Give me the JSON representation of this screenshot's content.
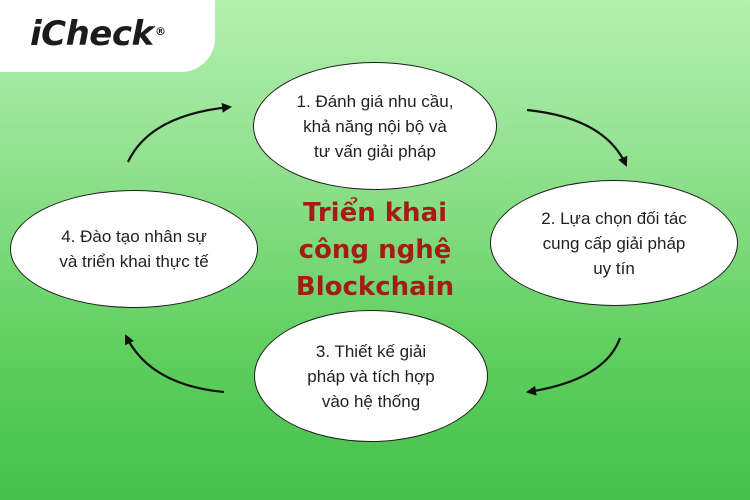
{
  "logo": {
    "text": "iCheck",
    "registered": "®"
  },
  "title": {
    "lines": [
      "Triển khai",
      "công nghệ",
      "Blockchain"
    ],
    "color": "#a21d16"
  },
  "steps": [
    {
      "lines": [
        "1. Đánh giá nhu cầu,",
        "khả năng nội bộ và",
        "tư vấn giải pháp"
      ]
    },
    {
      "lines": [
        "2. Lựa chọn đối tác",
        "cung cấp giải pháp",
        "uy tín"
      ]
    },
    {
      "lines": [
        "3. Thiết kế giải",
        "pháp và tích hợp",
        "vào hệ thống"
      ]
    },
    {
      "lines": [
        "4. Đào tạo nhân sự",
        "và triển khai thực tế"
      ]
    }
  ],
  "colors": {
    "background_top": "#b4f0b0",
    "background_bottom": "#45c04a",
    "arrow": "#111111",
    "node_fill": "#ffffff"
  }
}
